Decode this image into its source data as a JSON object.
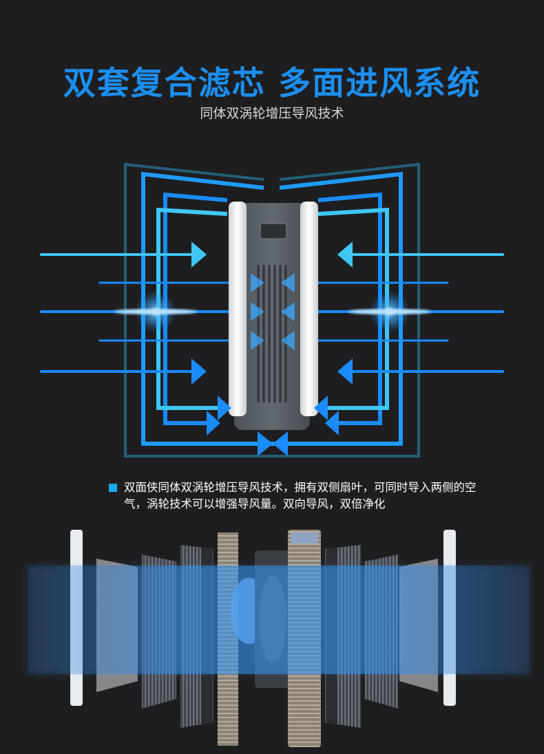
{
  "heading": {
    "title": "双套复合滤芯 多面进风系统",
    "subtitle": "同体双涡轮增压导风技术"
  },
  "description": {
    "text": "双面侠同体双涡轮增压导风技术，拥有双侧扇叶，可同时导入两侧的空气，涡轮技术可以增强导风量。双向导风，双倍净化"
  },
  "colors": {
    "background": "#1e1e20",
    "title_blue": "#1b8ff0",
    "flow_blue": "#1a8cff",
    "flow_cyan": "#39d0f2",
    "bullet": "#1aa9e6"
  },
  "icons": [
    "square-bullet-icon",
    "arrow-right-icon",
    "arrow-left-icon",
    "arrow-up-icon"
  ]
}
